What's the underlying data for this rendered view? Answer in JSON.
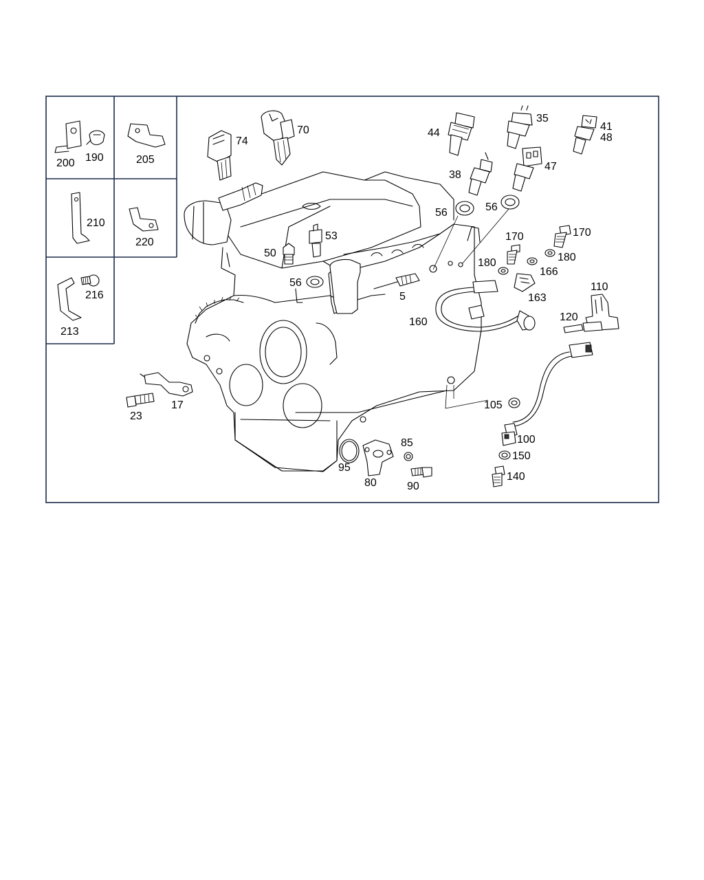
{
  "callouts": {
    "c200": "200",
    "c190": "190",
    "c205": "205",
    "c210": "210",
    "c220": "220",
    "c216": "216",
    "c213": "213",
    "c74": "74",
    "c70": "70",
    "c50": "50",
    "c53": "53",
    "c56a": "56",
    "c56b": "56",
    "c56c": "56",
    "c5": "5",
    "c44": "44",
    "c35": "35",
    "c41": "41",
    "c48": "48",
    "c38": "38",
    "c47": "47",
    "c170a": "170",
    "c170b": "170",
    "c180a": "180",
    "c180b": "180",
    "c166": "166",
    "c163": "163",
    "c110": "110",
    "c160": "160",
    "c120": "120",
    "c105": "105",
    "c100": "100",
    "c150": "150",
    "c140": "140",
    "c23": "23",
    "c17": "17",
    "c95": "95",
    "c80": "80",
    "c85": "85",
    "c90": "90"
  }
}
